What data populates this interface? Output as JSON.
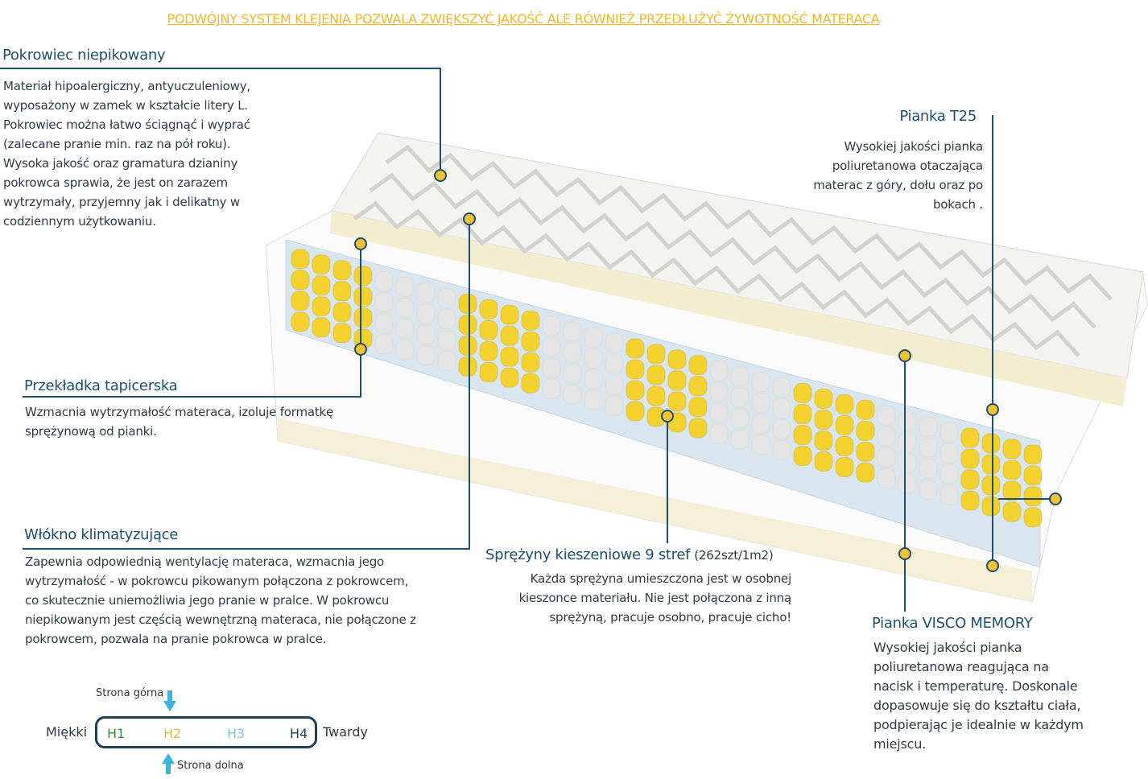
{
  "title": "PODWÓJNY SYSTEM KLEJENIA POZWALA ZWIĘKSZYĆ JAKOŚĆ ALE RÓWNIEŻ PRZEDŁUŻYĆ ŻYWOTNOŚĆ MATERACA",
  "pokrowiec": {
    "heading": "Pokrowiec  niepikowany",
    "lines": [
      "Materiał hipoalergiczny, antyuczuleniowy,",
      "wyposażony w zamek w kształcie litery L.",
      "Pokrowiec można łatwo ściągnąć i wyprać",
      "(zalecane pranie min.  raz na pół roku).",
      "Wysoka jakość oraz gramatura dzianiny",
      "pokrowca sprawia, że jest on zarazem",
      "wytrzymały, przyjemny jak i delikatny w",
      "codziennym użytkowaniu."
    ]
  },
  "przekladka": {
    "heading": "Przekładka tapicerska",
    "lines": [
      "Wzmacnia wytrzymałość materaca, izoluje formatkę",
      "sprężynową od pianki."
    ]
  },
  "wlokno": {
    "heading": "Włókno klimatyzujące",
    "lines": [
      "Zapewnia odpowiednią wentylację materaca, wzmacnia jego",
      "wytrzymałość - w pokrowcu pikowanym połączona z pokrowcem,",
      "co skutecznie uniemożliwia jego pranie w pralce. W pokrowcu",
      "niepikowanym jest częścią wewnętrzną materaca, nie połączone z",
      "pokrowcem, pozwala na pranie pokrowca w pralce."
    ]
  },
  "sprezyny": {
    "heading": "Sprężyny kieszeniowe 9 stref",
    "note": "(262szt/1m2)",
    "lines": [
      "Każda sprężyna umieszczona jest w osobnej",
      "kieszonce materiału. Nie jest połączona z inną",
      "sprężyną, pracuje osobno, pracuje cicho!"
    ]
  },
  "t25": {
    "heading": "Pianka T25",
    "lines": [
      "Wysokiej jakości pianka",
      "poliuretanowa otaczająca",
      "materac z góry, dołu oraz po",
      "bokach ."
    ]
  },
  "visco": {
    "heading": "Pianka VISCO MEMORY",
    "lines": [
      "Wysokiej jakości pianka",
      "poliuretanowa reagująca na",
      "nacisk i temperaturę. Doskonale",
      "dopasowuje się do kształtu ciała,",
      "podpierając je idealnie w każdym",
      "miejscu."
    ]
  },
  "hardness": {
    "top_label": "Strona górna",
    "bottom_label": "Strona dolna",
    "left_label": "Miękki",
    "right_label": "Twardy",
    "levels": [
      {
        "label": "H1",
        "color": "#3a8a3a"
      },
      {
        "label": "H2",
        "color": "#e8b84a"
      },
      {
        "label": "H3",
        "color": "#7ec8dc"
      },
      {
        "label": "H4",
        "color": "#1e3f55"
      }
    ]
  },
  "colors": {
    "accent": "#f1b82a",
    "line": "#1e4f6e",
    "dot": "#f1c232",
    "spring_yellow": "#f3d230",
    "spring_white": "#e4e4e4"
  }
}
